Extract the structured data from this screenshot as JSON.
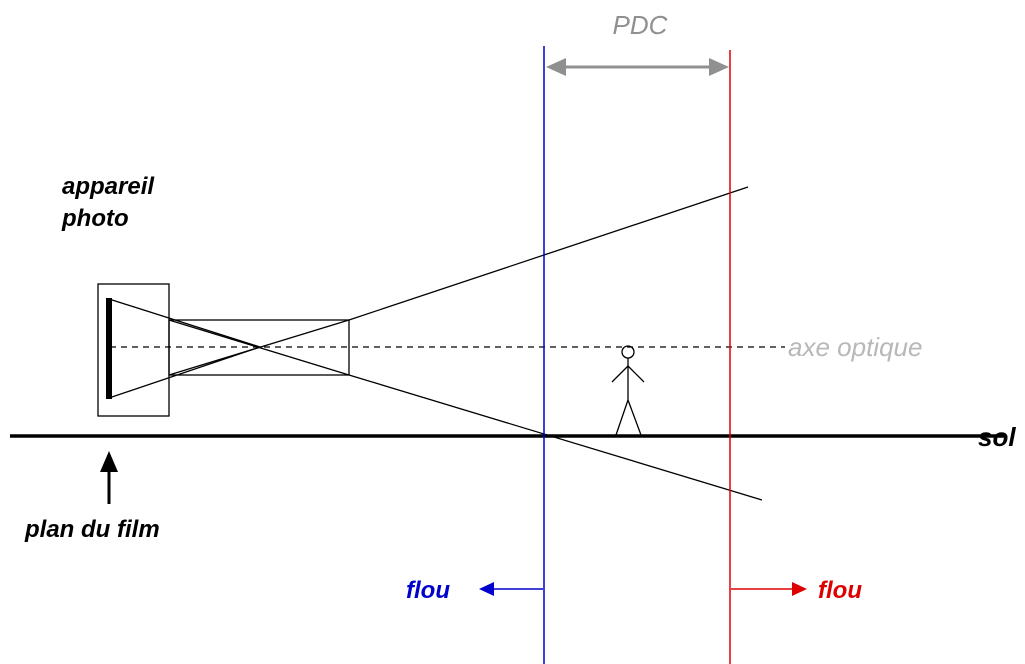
{
  "labels": {
    "pdc": "PDC",
    "camera_line1": "appareil",
    "camera_line2": "photo",
    "optical_axis": "axe optique",
    "ground": "sol",
    "film_plane": "plan du film",
    "blur_near": "flou",
    "blur_far": "flou"
  },
  "colors": {
    "near_limit": "#0000cc",
    "far_limit": "#dd0000",
    "pdc": "#909090",
    "optical_axis": "#b8b8b8",
    "ink": "#000000"
  }
}
